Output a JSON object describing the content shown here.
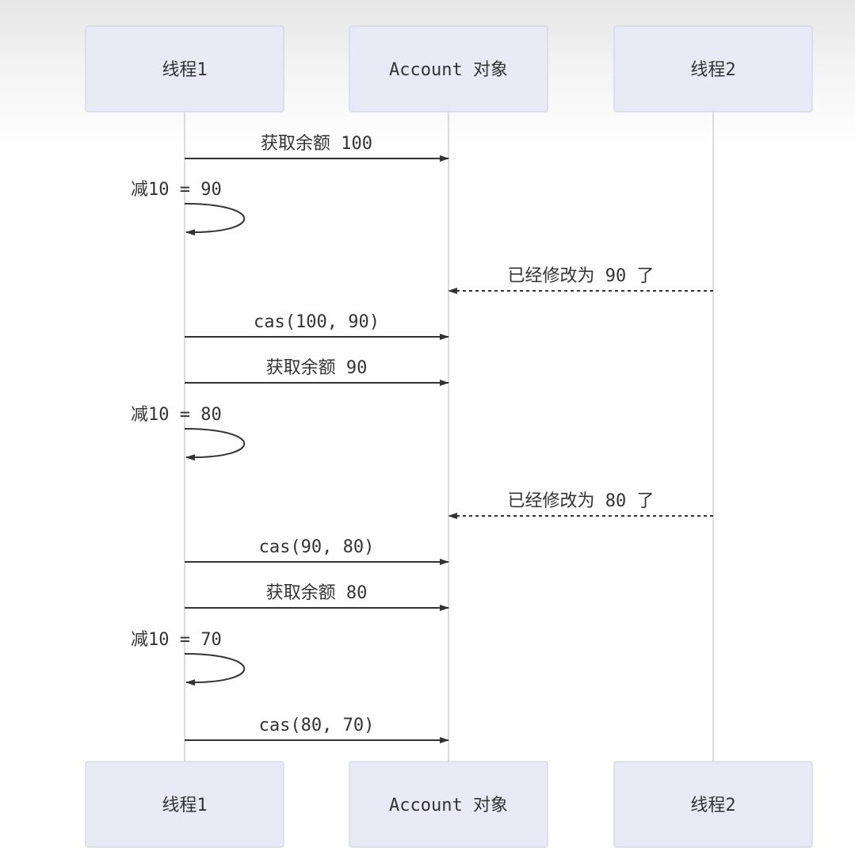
{
  "participants": [
    {
      "id": "t1",
      "label": "线程1"
    },
    {
      "id": "acc",
      "label": "Account 对象"
    },
    {
      "id": "t2",
      "label": "线程2"
    }
  ],
  "messages": [
    {
      "from": "t1",
      "to": "acc",
      "label": "获取余额 100",
      "style": "solid"
    },
    {
      "from": "t1",
      "to": "t1",
      "label": "减10 = 90",
      "style": "self"
    },
    {
      "from": "t2",
      "to": "acc",
      "label": "已经修改为 90 了",
      "style": "dashed"
    },
    {
      "from": "t1",
      "to": "acc",
      "label": "cas(100, 90)",
      "style": "solid"
    },
    {
      "from": "t1",
      "to": "acc",
      "label": "获取余额 90",
      "style": "solid"
    },
    {
      "from": "t1",
      "to": "t1",
      "label": "减10 = 80",
      "style": "self"
    },
    {
      "from": "t2",
      "to": "acc",
      "label": "已经修改为 80 了",
      "style": "dashed"
    },
    {
      "from": "t1",
      "to": "acc",
      "label": "cas(90, 80)",
      "style": "solid"
    },
    {
      "from": "t1",
      "to": "acc",
      "label": "获取余额 80",
      "style": "solid"
    },
    {
      "from": "t1",
      "to": "t1",
      "label": "减10 = 70",
      "style": "self"
    },
    {
      "from": "t1",
      "to": "acc",
      "label": "cas(80, 70)",
      "style": "solid"
    }
  ],
  "colors": {
    "actor_fill": "#eaeaf7",
    "actor_border": "#d2d2e9",
    "line": "#333333",
    "lifeline": "#dcdcdc"
  }
}
